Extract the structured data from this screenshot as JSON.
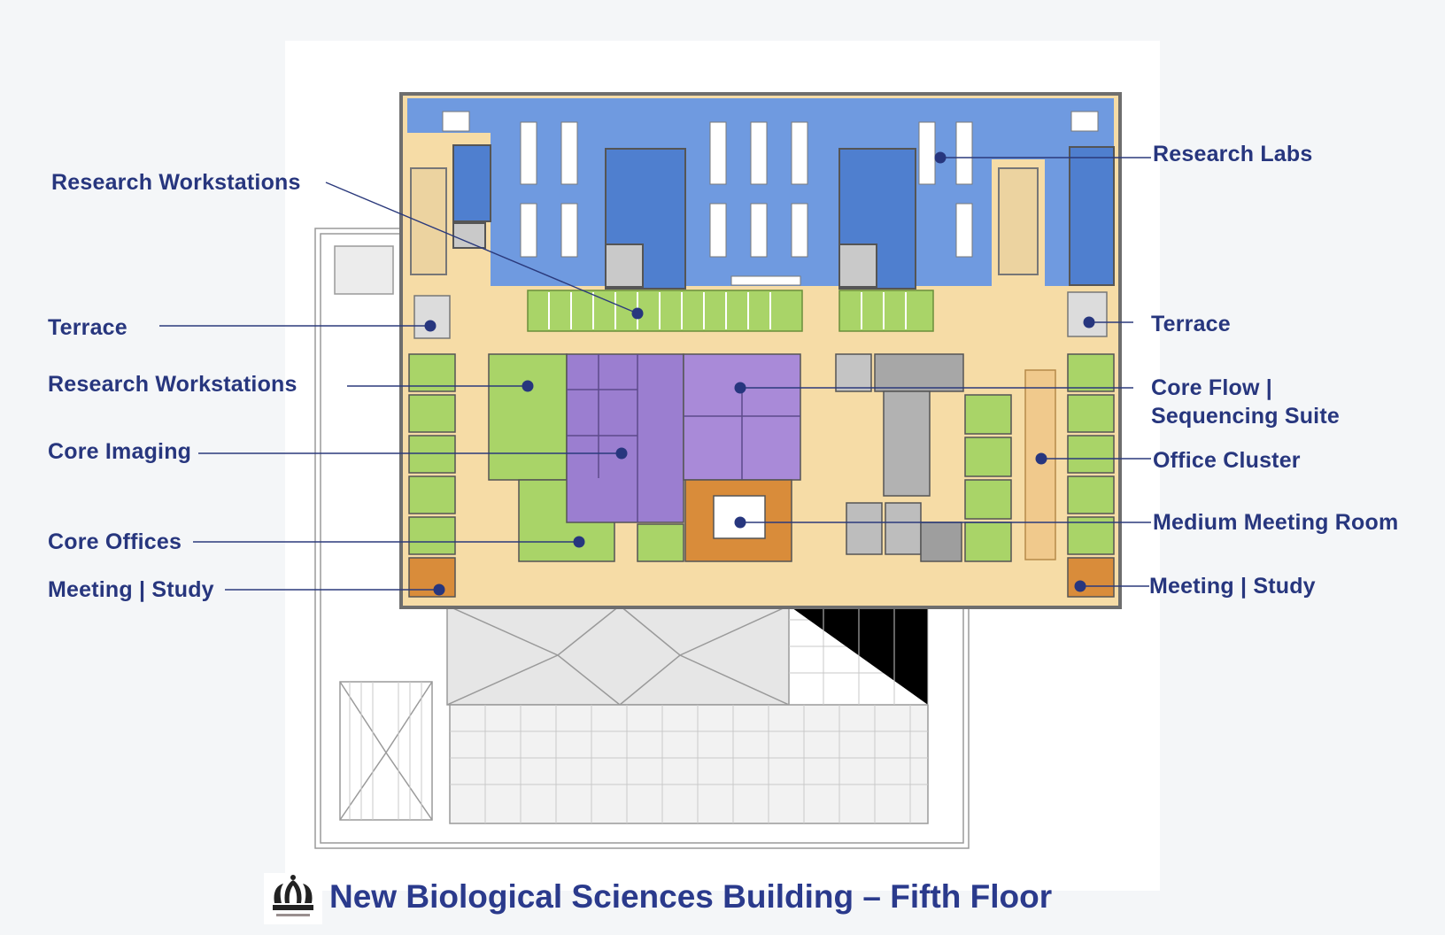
{
  "title": "New Biological Sciences Building – Fifth Floor",
  "logo": "crown-logo",
  "labels": {
    "research_labs": "Research Labs",
    "research_workstations_top": "Research Workstations",
    "terrace_left": "Terrace",
    "terrace_right": "Terrace",
    "research_workstations_mid": "Research Workstations",
    "core_flow_line1": "Core Flow |",
    "core_flow_line2": "Sequencing Suite",
    "core_imaging": "Core Imaging",
    "office_cluster": "Office Cluster",
    "medium_meeting_room": "Medium Meeting Room",
    "core_offices": "Core Offices",
    "meeting_study_left": "Meeting | Study",
    "meeting_study_right": "Meeting | Study"
  },
  "colors": {
    "label_text": "#27367e",
    "leader_line": "#2b3a7c",
    "research_labs": "#6f9ae0",
    "workstations": "#a9d468",
    "core_imaging": "#9b7ed0",
    "meeting_room": "#d98c3a",
    "circulation": "#f6dca6",
    "core_gray": "#a7a7a7",
    "background": "#f4f6f8"
  }
}
